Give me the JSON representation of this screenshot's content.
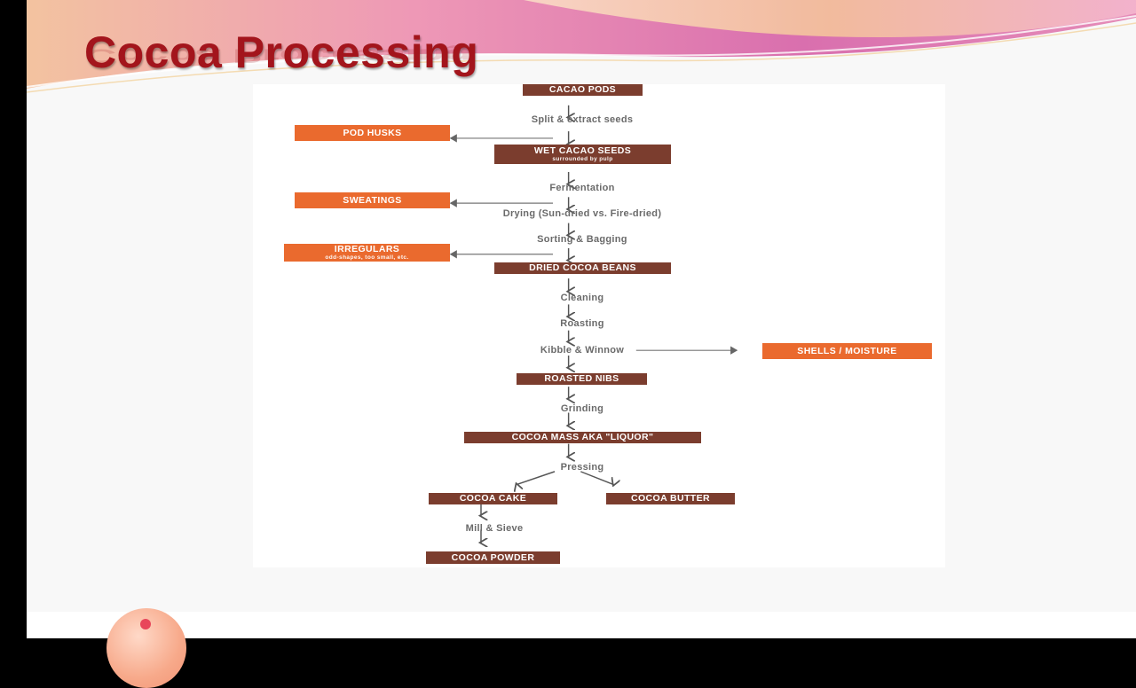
{
  "slide": {
    "title": "Cocoa Processing"
  },
  "flowchart": {
    "nodes": {
      "cacao_pods": "CACAO PODS",
      "wet_seeds": "WET CACAO SEEDS",
      "wet_seeds_sub": "surrounded by pulp",
      "dried_beans": "DRIED COCOA BEANS",
      "roasted_nibs": "ROASTED NIBS",
      "cocoa_mass": "COCOA MASS aka \"LIQUOR\"",
      "cocoa_cake": "COCOA CAKE",
      "cocoa_butter": "COCOA BUTTER",
      "cocoa_powder": "COCOA POWDER"
    },
    "byproducts": {
      "pod_husks": "POD HUSKS",
      "sweatings": "SWEATINGS",
      "irregulars": "IRREGULARS",
      "irregulars_sub": "odd-shapes, too small, etc.",
      "shells_moisture": "SHELLS / MOISTURE"
    },
    "steps": {
      "split": "Split & extract seeds",
      "fermentation": "Fermentation",
      "drying": "Drying (Sun-dried vs. Fire-dried)",
      "sorting": "Sorting & Bagging",
      "cleaning": "Cleaning",
      "roasting": "Roasting",
      "kibble": "Kibble & Winnow",
      "grinding": "Grinding",
      "pressing": "Pressing",
      "mill": "Mill & Sieve"
    },
    "colors": {
      "product_box": "#7b3d2e",
      "byproduct_box": "#ea6a2e",
      "title": "#a3151c"
    }
  }
}
